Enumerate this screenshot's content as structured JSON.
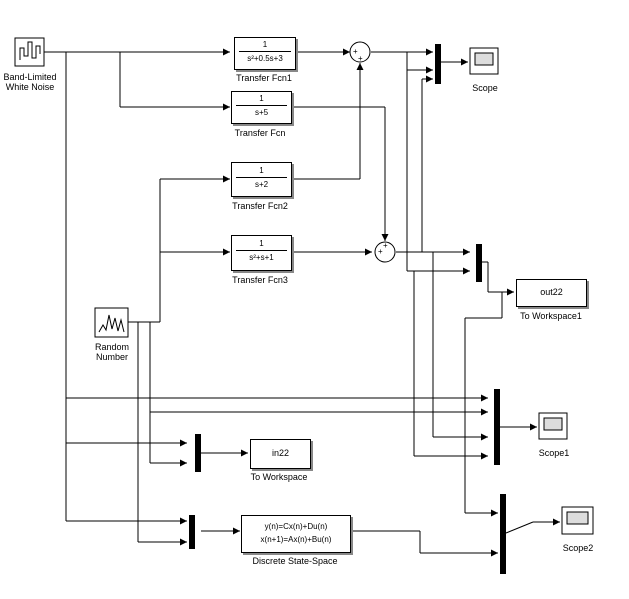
{
  "blocks": {
    "band_limited_white_noise": {
      "label_line1": "Band-Limited",
      "label_line2": "White Noise"
    },
    "random_number": {
      "label_line1": "Random",
      "label_line2": "Number"
    },
    "transfer_fcn1": {
      "label": "Transfer Fcn1",
      "num": "1",
      "den": "s²+0.5s+3"
    },
    "transfer_fcn": {
      "label": "Transfer Fcn",
      "num": "1",
      "den": "s+5"
    },
    "transfer_fcn2": {
      "label": "Transfer Fcn2",
      "num": "1",
      "den": "s+2"
    },
    "transfer_fcn3": {
      "label": "Transfer Fcn3",
      "num": "1",
      "den": "s²+s+1"
    },
    "scope": {
      "label": "Scope"
    },
    "scope1": {
      "label": "Scope1"
    },
    "scope2": {
      "label": "Scope2"
    },
    "to_workspace1": {
      "label": "To Workspace1",
      "var": "out22"
    },
    "to_workspace": {
      "label": "To Workspace",
      "var": "in22"
    },
    "discrete_state_space": {
      "label": "Discrete State-Space",
      "eq1": "y(n)=Cx(n)+Du(n)",
      "eq2": "x(n+1)=Ax(n)+Bu(n)"
    }
  },
  "sum_signs": "+"
}
